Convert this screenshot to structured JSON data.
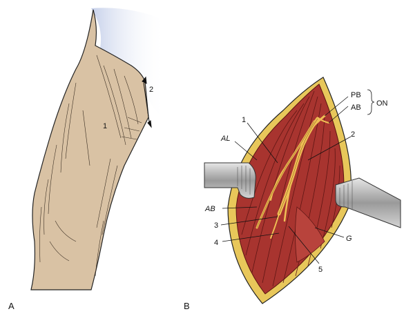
{
  "panels": {
    "left": "A",
    "right": "B"
  },
  "thigh_labels": {
    "muscle": "1",
    "arrow": "2"
  },
  "wound_labels": {
    "n1": "1",
    "n2": "2",
    "n3": "3",
    "n4": "4",
    "n5": "5",
    "AL": "AL",
    "AB": "AB",
    "G": "G",
    "PB": "PB",
    "AB_branch": "AB",
    "ON": "ON"
  },
  "colors": {
    "skin": "#d9c2a4",
    "shadow": "#c6d0ea",
    "muscle": "#a8342f",
    "muscle_dark": "#6e1a18",
    "fat": "#e8c75a",
    "nerve": "#efbf55",
    "retractor": "#b9b9b9"
  }
}
